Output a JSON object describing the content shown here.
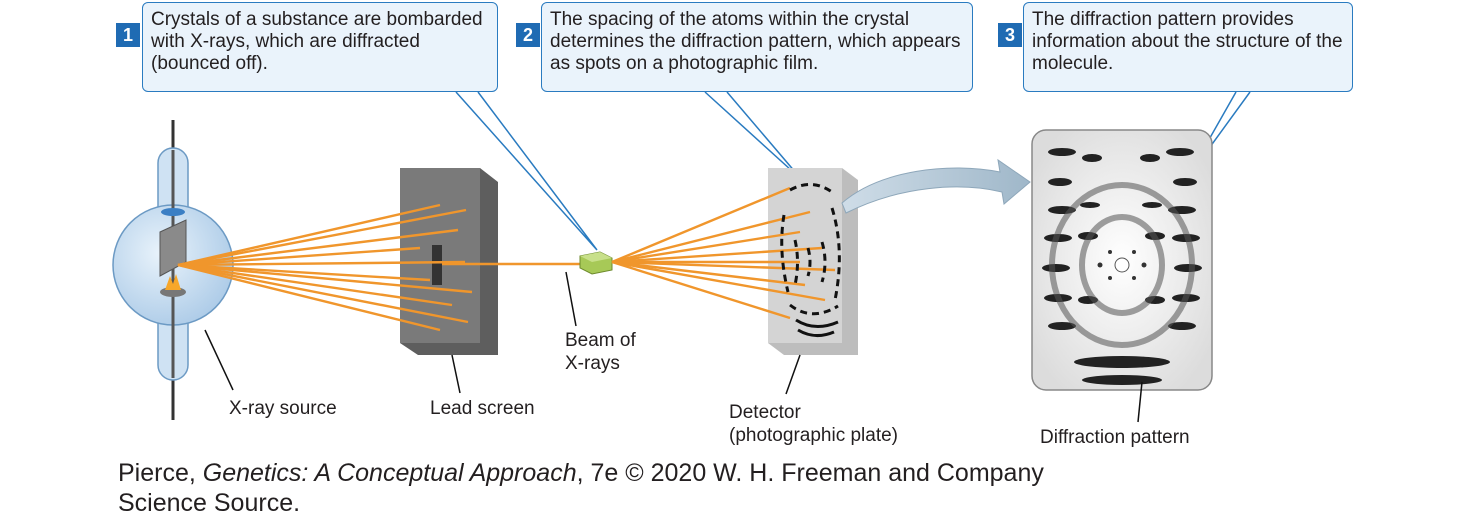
{
  "steps": [
    {
      "number": "1",
      "text": "Crystals of a substance are bombarded with X-rays, which are diffracted (bounced off)."
    },
    {
      "number": "2",
      "text": "The spacing of the atoms within the crystal determines the diffraction pattern, which appears as spots on a photographic film."
    },
    {
      "number": "3",
      "text": "The diffraction pattern provides information about the structure of the molecule."
    }
  ],
  "labels": {
    "xray_source": "X-ray source",
    "lead_screen": "Lead screen",
    "beam_line1": "Beam of",
    "beam_line2": "X-rays",
    "detector_line1": "Detector",
    "detector_line2": "(photographic plate)",
    "diffraction_pattern": "Diffraction pattern"
  },
  "caption": {
    "author": "Pierce, ",
    "book_title": "Genetics: A Conceptual Approach",
    "rest": ", 7e © 2020 W. H. Freeman and Company",
    "line2": "Science Source."
  },
  "colors": {
    "callout_border": "#2a7bc0",
    "callout_fill": "#eaf3fb",
    "step_badge": "#1f6bb3",
    "xray_beam": "#f0962c",
    "lead_screen": "#7a7a7a",
    "detector_plate": "#d4d4d4",
    "crystal": "#a7c957"
  }
}
